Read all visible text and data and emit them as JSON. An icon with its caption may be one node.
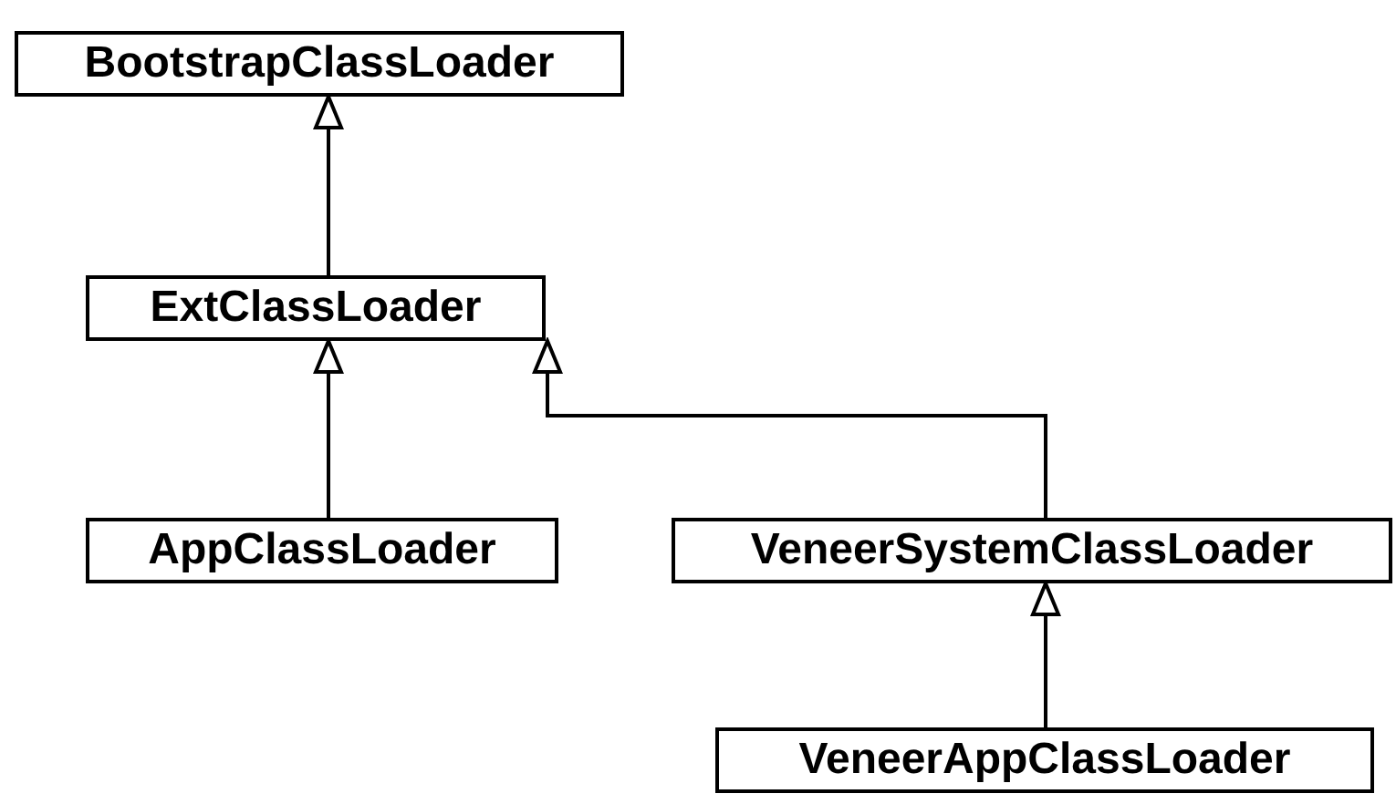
{
  "diagram": {
    "nodes": [
      {
        "text": [
          "BootstrapClassLoader"
        ]
      },
      {
        "text": [
          "ExtClassLoader"
        ]
      },
      {
        "text": [
          "AppClassLoader"
        ]
      },
      {
        "text": [
          "VeneerSystemClassLoader"
        ]
      },
      {
        "text": [
          "VeneerAppClassLoader"
        ]
      }
    ],
    "edges": [
      {
        "from": 1,
        "to": 0,
        "arrow": "to"
      },
      {
        "from": 2,
        "to": 1,
        "arrow": "to"
      },
      {
        "from": 3,
        "to": 1,
        "arrow": "to"
      },
      {
        "from": 4,
        "to": 3,
        "arrow": "to"
      }
    ]
  }
}
